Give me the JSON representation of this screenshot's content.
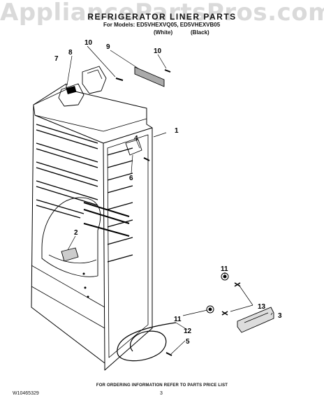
{
  "watermark": "AppliancePartsPros.com",
  "header": {
    "title": "REFRIGERATOR LINER PARTS",
    "models_line": "For Models: ED5VHEXVQ05, ED5VHEXVB05",
    "variant_white": "(White)",
    "variant_black": "(Black)"
  },
  "callouts": {
    "c1": "1",
    "c2": "2",
    "c3": "3",
    "c4": "4",
    "c5": "5",
    "c6": "6",
    "c7": "7",
    "c8": "8",
    "c9": "9",
    "c10a": "10",
    "c10b": "10",
    "c11a": "11",
    "c11b": "11",
    "c12": "12",
    "c13": "13"
  },
  "footer": {
    "note": "FOR ORDERING INFORMATION REFER TO PARTS PRICE LIST",
    "doc_number": "W10465329",
    "page_number": "3"
  }
}
